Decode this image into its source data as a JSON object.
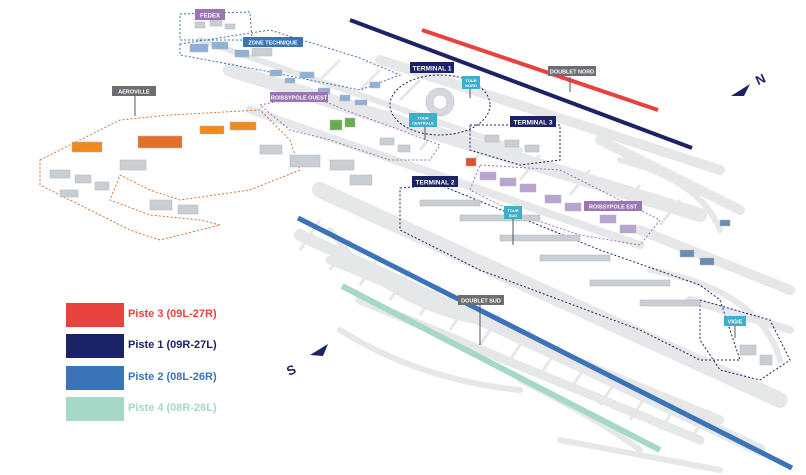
{
  "colors": {
    "piste3": "#e8423f",
    "piste1": "#1c2266",
    "piste2": "#3a73b8",
    "piste4": "#a6d8c8",
    "terminal_box": "#1c2266",
    "cyan_label": "#3eaecb",
    "purple_label": "#9b74b5",
    "grey_label": "#6d6e71",
    "aeroville_orange": "#e0702a",
    "taxiway": "#ebebeb",
    "building": "#c9ced3"
  },
  "legend": [
    {
      "label": "Piste 3 (09L-27R)",
      "color": "#e8423f",
      "text_color": "#e8423f"
    },
    {
      "label": "Piste 1 (09R-27L)",
      "color": "#1c2266",
      "text_color": "#1c2266"
    },
    {
      "label": "Piste 2 (08L-26R)",
      "color": "#3a73b8",
      "text_color": "#3a73b8"
    },
    {
      "label": "Piste 4 (08R-26L)",
      "color": "#a6d8c8",
      "text_color": "#a6d8c8"
    }
  ],
  "labels": {
    "fedex": "FEDEX",
    "zone_technique": "ZONE TECHNIQUE",
    "terminal1": "TERMINAL 1",
    "tour_nord_1": "TOUR",
    "tour_nord_2": "NORD",
    "doublet_nord": "DOUBLET NORD",
    "aeroville": "AEROVILLE",
    "roissypole_ouest": "ROISSYPOLE OUEST",
    "tour_centrale_1": "TOUR",
    "tour_centrale_2": "CENTRALE",
    "terminal3": "TERMINAL 3",
    "terminal2": "TERMINAL 2",
    "tour_sud_1": "TOUR",
    "tour_sud_2": "SUD",
    "roissypole_est": "ROISSYPOLE EST",
    "doublet_sud": "DOUBLET SUD",
    "vigie": "VIGIE"
  },
  "compass": {
    "north": "N",
    "south": "S"
  }
}
